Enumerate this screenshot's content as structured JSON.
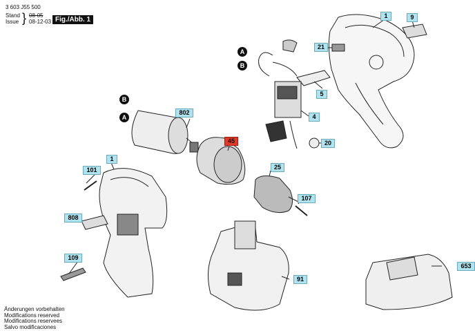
{
  "header": {
    "part_no": "3 603 J55 500",
    "stand_label": "Stand",
    "issue_label": "Issue",
    "date_struck": "08-05",
    "date_current": "08-12-03",
    "figure": "Fig./Abb. 1"
  },
  "callouts": {
    "c1_top": "1",
    "c9": "9",
    "c21": "21",
    "c5": "5",
    "c4": "4",
    "c20": "20",
    "c802": "802",
    "c45": "45",
    "c25": "25",
    "c107": "107",
    "c101": "101",
    "c1_left": "1",
    "c808": "808",
    "c109": "109",
    "c91": "91",
    "c653": "653"
  },
  "connectors": {
    "a1": "A",
    "b1": "B",
    "b2": "B",
    "a2": "A"
  },
  "footer": {
    "line1": "Änderungen vorbehalten",
    "line2": "Modifications reserved",
    "line3": "Modifications reservees",
    "line4": "Salvo modificaciones"
  },
  "colors": {
    "callout_fill": "#aee3ef",
    "highlight_fill": "#e23a2a"
  }
}
